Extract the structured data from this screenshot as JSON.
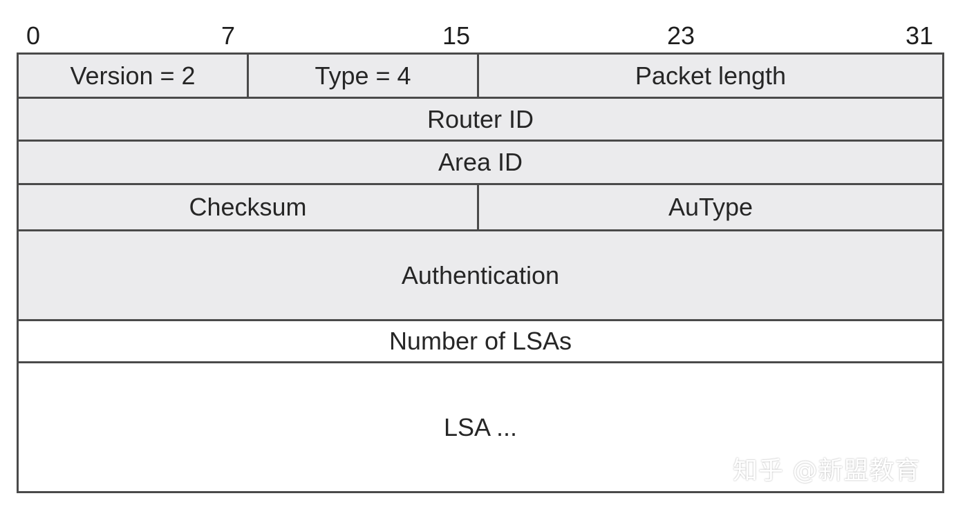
{
  "bit_positions": {
    "b0": "0",
    "b7": "7",
    "b15": "15",
    "b23": "23",
    "b31": "31"
  },
  "fields": {
    "version": "Version = 2",
    "type": "Type = 4",
    "packet_length": "Packet length",
    "router_id": "Router ID",
    "area_id": "Area ID",
    "checksum": "Checksum",
    "autype": "AuType",
    "authentication": "Authentication",
    "number_of_lsas": "Number of LSAs",
    "lsa": "LSA ..."
  },
  "watermark": "知乎 @新盟教育",
  "colors": {
    "header_fill": "#ebebed",
    "body_fill": "#ffffff",
    "border": "#4a4a4a"
  }
}
